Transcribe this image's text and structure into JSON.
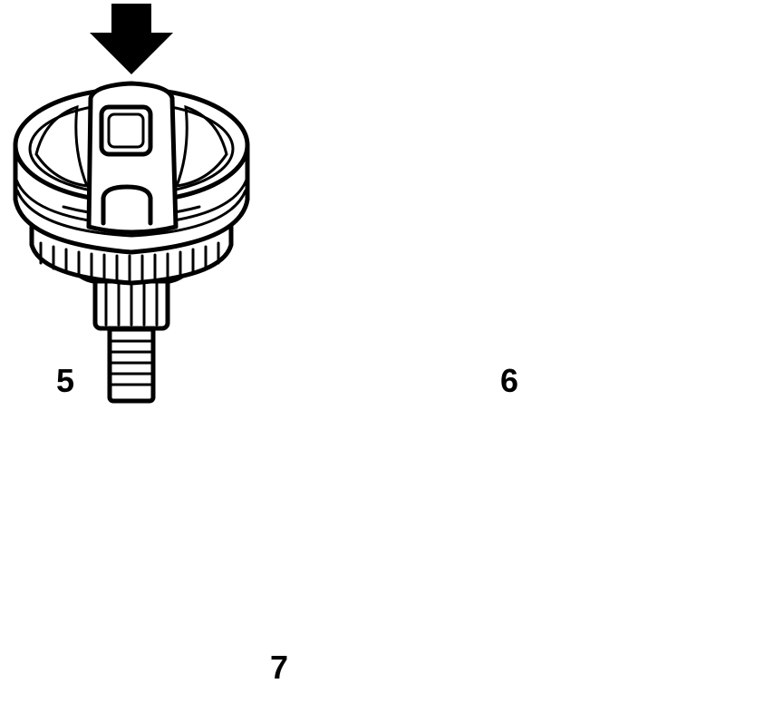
{
  "steps": [
    {
      "id": "5",
      "label": "5"
    },
    {
      "id": "6",
      "label": "6"
    },
    {
      "id": "7",
      "label": "7"
    }
  ],
  "colors": {
    "ink": "#000000",
    "paper": "#ffffff",
    "shade": "#d9d9d9"
  },
  "icons": [
    "down-arrow-icon",
    "o-ring-icon"
  ]
}
